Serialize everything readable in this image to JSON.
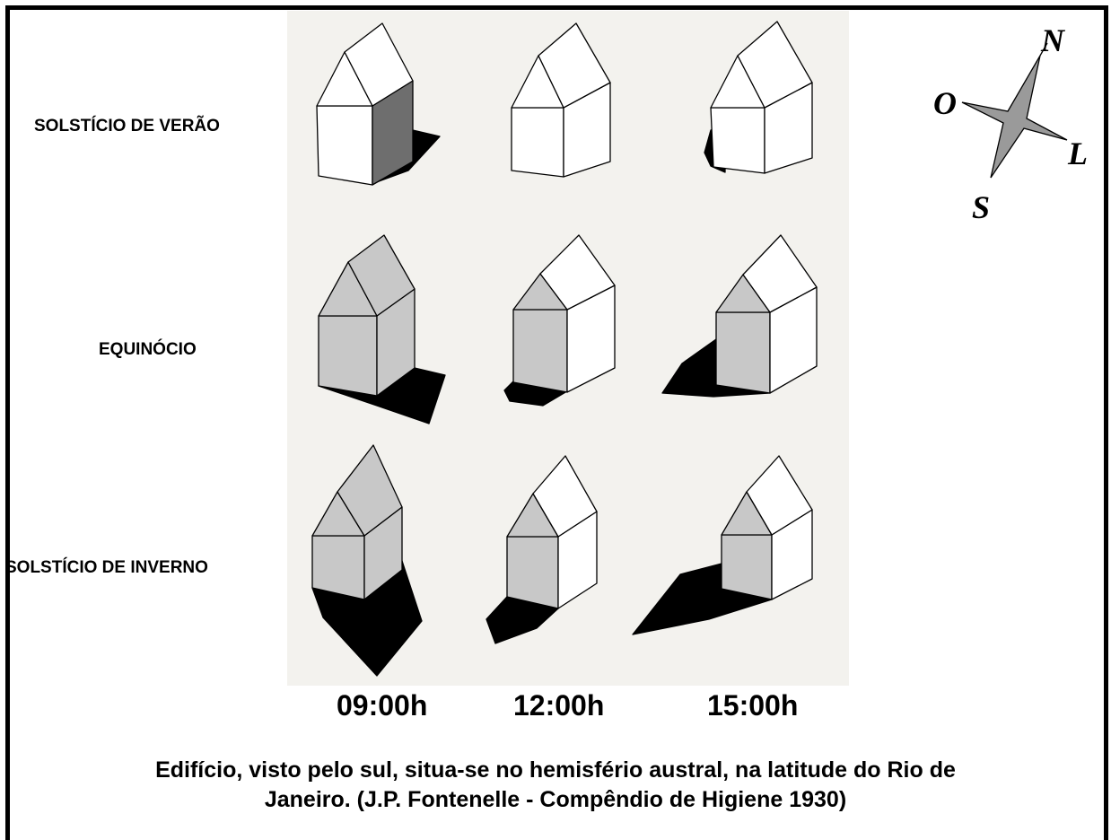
{
  "rows": {
    "summer": "SOLSTÍCIO DE VERÃO",
    "equinox": "EQUINÓCIO",
    "winter": "SOLSTÍCIO DE INVERNO"
  },
  "times": [
    "09:00h",
    "12:00h",
    "15:00h"
  ],
  "compass": {
    "north": "N",
    "south": "S",
    "east": "L",
    "west": "O"
  },
  "caption": {
    "line1": "Edifício, visto pelo sul, situa-se no hemisfério austral, na latitude do Rio de",
    "line2": "Janeiro.  (J.P. Fontenelle - Compêndio de Higiene 1930)"
  },
  "colors": {
    "lit_face": "#ffffff",
    "shaded_face": "#c8c8c8",
    "dark_face": "#6e6e6e",
    "shadow": "#000000",
    "compass_fill": "#9a9a9a"
  }
}
